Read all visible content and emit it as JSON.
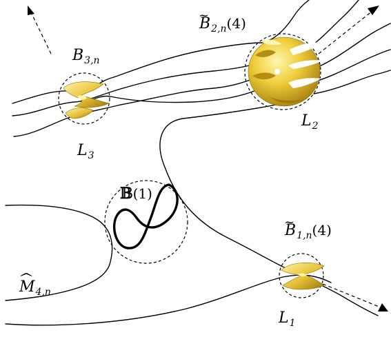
{
  "labels": {
    "b3": {
      "main": "B",
      "sub": "3,n"
    },
    "b2": {
      "main": "B",
      "sub": "2,n",
      "arg": "(4)"
    },
    "b1": {
      "main": "B",
      "sub": "1,n",
      "arg": "(4)"
    },
    "bb1": {
      "main": "𝔹",
      "arg": "(1)"
    },
    "m4": {
      "main": "M",
      "sub": "4,n"
    },
    "l1": {
      "main": "L",
      "sub": "1"
    },
    "l2": {
      "main": "L",
      "sub": "2"
    },
    "l3": {
      "main": "L",
      "sub": "3"
    }
  },
  "colors": {
    "gold_light": "#f6e37a",
    "gold_mid": "#e0bd2a",
    "gold_dark": "#a8861a",
    "ink": "#000000"
  }
}
